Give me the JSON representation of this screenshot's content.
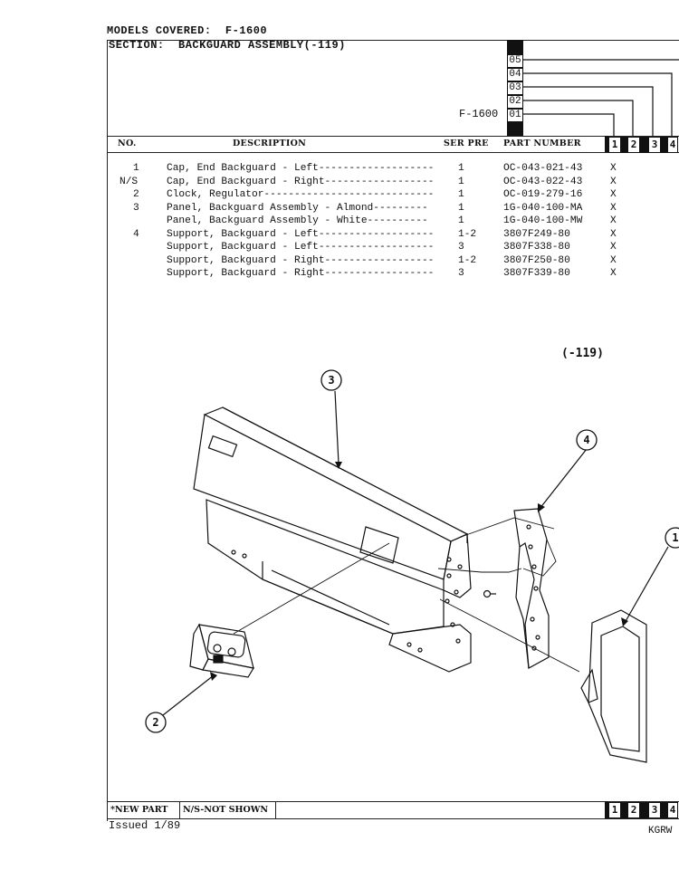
{
  "header": {
    "models_covered": "MODELS COVERED:  F-1600",
    "section": "SECTION:  BACKGUARD ASSEMBLY(-119)",
    "model_label": "F-1600",
    "variant_codes": [
      "05",
      "04",
      "03",
      "02",
      "01"
    ]
  },
  "columns": {
    "no": "NO.",
    "description": "DESCRIPTION",
    "ser_pre": "SER PRE",
    "part_number": "PART NUMBER",
    "variant_nums": [
      "1",
      "2",
      "3",
      "4"
    ]
  },
  "parts": [
    {
      "no": "1",
      "desc": "Cap, End Backguard - Left-------------------",
      "ser": "1",
      "part": "OC-043-021-43",
      "mark": "X"
    },
    {
      "no": "N/S",
      "desc": "Cap, End Backguard - Right------------------",
      "ser": "1",
      "part": "OC-043-022-43",
      "mark": "X"
    },
    {
      "no": "2",
      "desc": "Clock, Regulator----------------------------",
      "ser": "1",
      "part": "OC-019-279-16",
      "mark": "X"
    },
    {
      "no": "3",
      "desc": "Panel, Backguard Assembly - Almond---------",
      "ser": "1",
      "part": "1G-040-100-MA",
      "mark": "X"
    },
    {
      "no": "",
      "desc": "Panel, Backguard Assembly - White----------",
      "ser": "1",
      "part": "1G-040-100-MW",
      "mark": "X"
    },
    {
      "no": "4",
      "desc": "Support, Backguard - Left-------------------",
      "ser": "1-2",
      "part": "3807F249-80",
      "mark": "X"
    },
    {
      "no": "",
      "desc": "Support, Backguard - Left-------------------",
      "ser": "3",
      "part": "3807F338-80",
      "mark": "X"
    },
    {
      "no": "",
      "desc": "Support, Backguard - Right------------------",
      "ser": "1-2",
      "part": "3807F250-80",
      "mark": "X"
    },
    {
      "no": "",
      "desc": "Support, Backguard - Right------------------",
      "ser": "3",
      "part": "3807F339-80",
      "mark": "X"
    }
  ],
  "diagram": {
    "tag": "(-119)",
    "callouts": [
      "3",
      "4",
      "1",
      "2"
    ]
  },
  "footer": {
    "new_part": "*NEW PART",
    "not_shown": "N/S-NOT SHOWN",
    "variant_nums": [
      "1",
      "2",
      "3",
      "4"
    ],
    "issued": "Issued 1/89",
    "code": "KGRW"
  }
}
